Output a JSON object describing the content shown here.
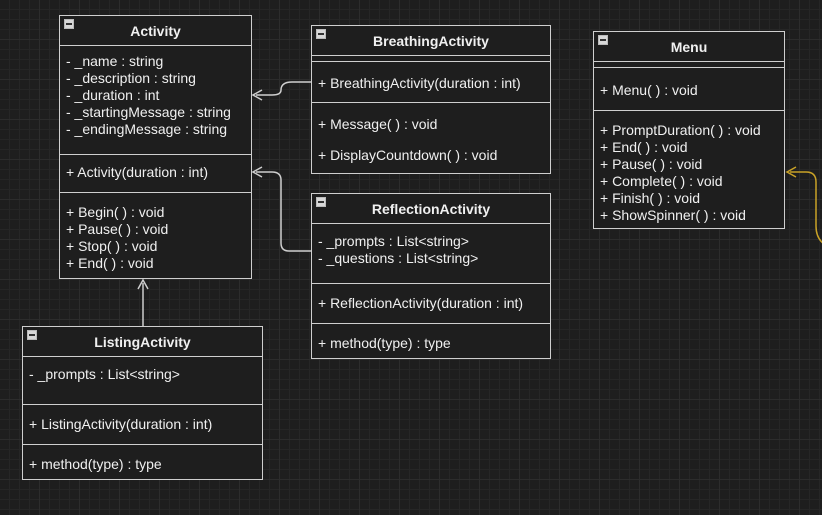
{
  "classes": {
    "activity": {
      "name": "Activity",
      "attributes": [
        "- _name : string",
        "- _description : string",
        "- _duration : int",
        "- _startingMessage : string",
        "- _endingMessage : string"
      ],
      "constructors": [
        "+ Activity(duration : int)"
      ],
      "methods": [
        "+ Begin( ) : void",
        "+ Pause( ) : void",
        "+ Stop( ) : void",
        "+ End( ) : void"
      ]
    },
    "breathing": {
      "name": "BreathingActivity",
      "constructors": [
        "+ BreathingActivity(duration : int)"
      ],
      "methods": [
        "+ Message( ) : void",
        "+ DisplayCountdown( ) : void"
      ]
    },
    "reflection": {
      "name": "ReflectionActivity",
      "attributes": [
        "- _prompts : List<string>",
        "- _questions : List<string>"
      ],
      "constructors": [
        "+ ReflectionActivity(duration : int)"
      ],
      "methods": [
        "+ method(type) : type"
      ]
    },
    "listing": {
      "name": "ListingActivity",
      "attributes": [
        "- _prompts : List<string>"
      ],
      "constructors": [
        "+ ListingActivity(duration : int)"
      ],
      "methods": [
        "+ method(type) : type"
      ]
    },
    "menu": {
      "name": "Menu",
      "constructors": [
        "+ Menu( ) : void"
      ],
      "methods": [
        "+ PromptDuration( ) : void",
        "+ End( ) : void",
        "+ Pause( ) : void",
        "+ Complete( ) : void",
        "+ Finish( ) : void",
        "+ ShowSpinner( ) : void"
      ]
    }
  },
  "colors": {
    "line": "#cfcfcf",
    "accent_link": "#c9a227",
    "background": "#1e1e1e"
  }
}
